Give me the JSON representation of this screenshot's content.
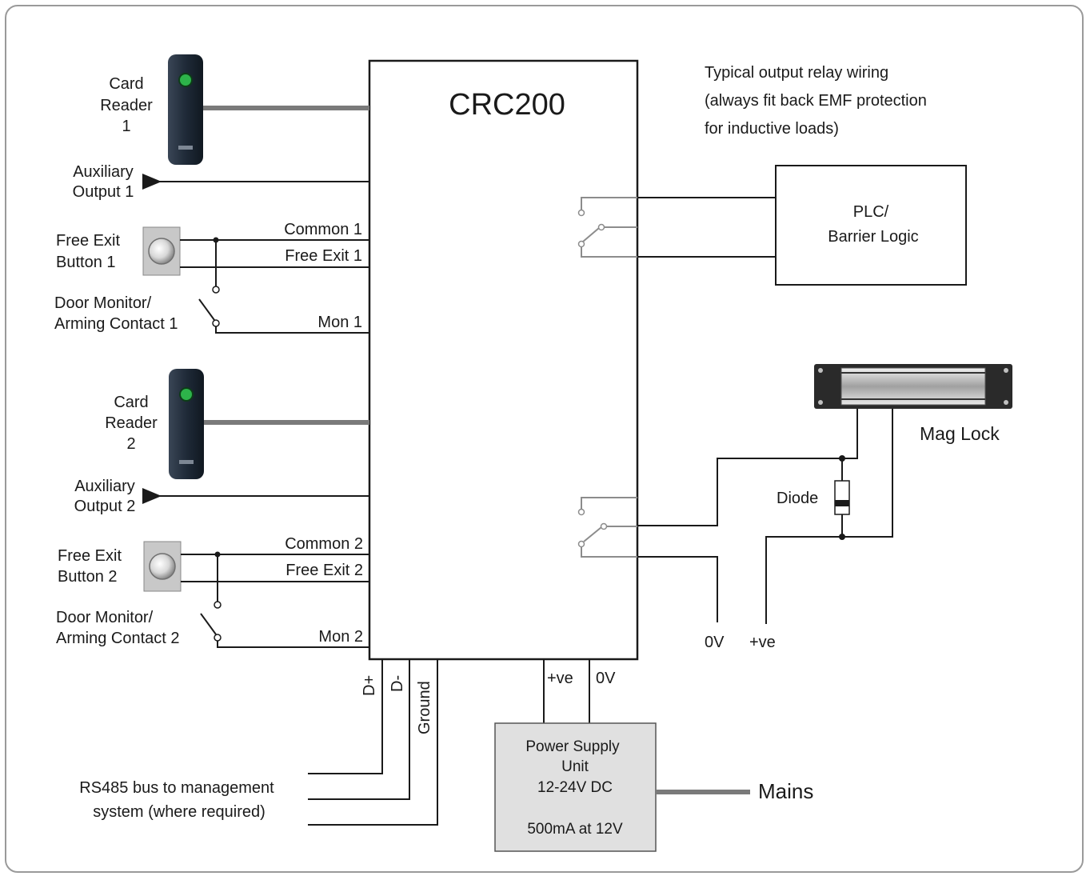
{
  "controller": {
    "title": "CRC200"
  },
  "relay_note": {
    "line1": "Typical output relay wiring",
    "line2": "(always fit back EMF protection",
    "line3": "for inductive loads)"
  },
  "reader1": {
    "line1": "Card",
    "line2": "Reader",
    "line3": "1"
  },
  "reader2": {
    "line1": "Card",
    "line2": "Reader",
    "line3": "2"
  },
  "aux1": {
    "line1": "Auxiliary",
    "line2": "Output 1"
  },
  "aux2": {
    "line1": "Auxiliary",
    "line2": "Output 2"
  },
  "exit1": {
    "line1": "Free Exit",
    "line2": "Button 1"
  },
  "exit2": {
    "line1": "Free Exit",
    "line2": "Button 2"
  },
  "door1": {
    "line1": "Door Monitor/",
    "line2": "Arming Contact 1"
  },
  "door2": {
    "line1": "Door Monitor/",
    "line2": "Arming Contact 2"
  },
  "terminals": {
    "common1": "Common 1",
    "freeexit1": "Free Exit 1",
    "mon1": "Mon 1",
    "common2": "Common 2",
    "freeexit2": "Free Exit 2",
    "mon2": "Mon 2",
    "dplus": "D+",
    "dminus": "D-",
    "ground": "Ground",
    "psu_pos": "+ve",
    "psu_0v": "0V"
  },
  "plc": {
    "line1": "PLC/",
    "line2": "Barrier Logic"
  },
  "maglock": {
    "label": "Mag Lock",
    "diode": "Diode",
    "zero_v": "0V",
    "pos": "+ve"
  },
  "psu": {
    "line1": "Power Supply",
    "line2": "Unit",
    "line3": "12-24V DC",
    "line4": "500mA at 12V"
  },
  "mains": "Mains",
  "rs485": {
    "line1": "RS485 bus to management",
    "line2": "system (where required)"
  },
  "colors": {
    "led": "#2db34a",
    "reader_body": "#1f2a38",
    "psu_fill": "#e0e0e0",
    "button_fill": "#c8c8c8"
  }
}
